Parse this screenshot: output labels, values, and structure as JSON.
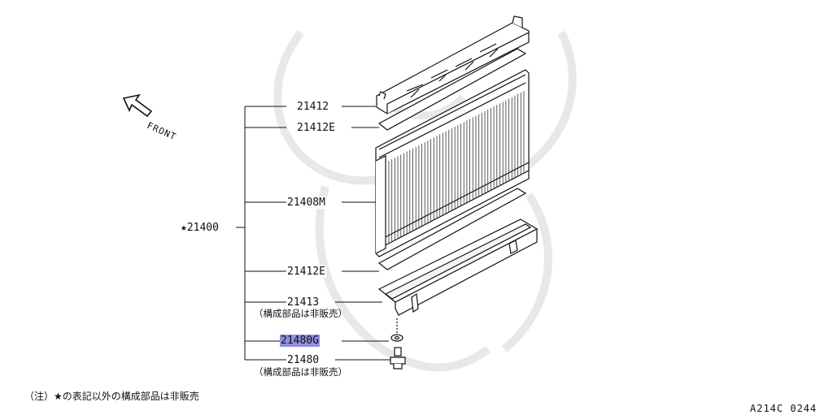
{
  "callouts": {
    "assembly": "★21400",
    "upper_tank": "21412",
    "packing_upper": "21412E",
    "core": "21408M",
    "packing_lower": "21412E",
    "lower_tank": "21413",
    "lower_tank_note": "（構成部品は非販売）",
    "drain_gasket": "21480G",
    "drain_cock": "21480",
    "drain_cock_note": "（構成部品は非販売）"
  },
  "direction_label": "FRONT",
  "footnote": "（注）★の表記以外の構成部品は非販売",
  "diagram_code": "A214C 0244",
  "highlight_color": "#8f8fe0"
}
